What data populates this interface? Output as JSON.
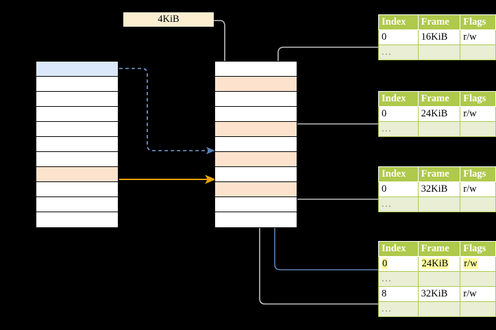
{
  "diagram": {
    "title": "page-table-walk",
    "colors": {
      "header_green": "#aec94b",
      "ellipsis_row": "#e9eed4",
      "highlight_yellow": "#ffffa0",
      "peach_row": "#fde3cd",
      "blue_row": "#dbe8fb",
      "tag_background": "#fdeed2",
      "orange_arrow": "#e8a400",
      "blue_arrow": "#5b82b8",
      "gray_arrow": "#c0c0c0"
    }
  },
  "size_tag": {
    "label": "4KiB"
  },
  "virtual_memory": {
    "name": "virtual-address-space-column",
    "row_count": 11,
    "rows": [
      {
        "fill": "blue"
      },
      {
        "fill": "white"
      },
      {
        "fill": "white"
      },
      {
        "fill": "white"
      },
      {
        "fill": "white"
      },
      {
        "fill": "white"
      },
      {
        "fill": "white"
      },
      {
        "fill": "peach"
      },
      {
        "fill": "white"
      },
      {
        "fill": "white"
      },
      {
        "fill": "white"
      }
    ]
  },
  "physical_memory": {
    "name": "physical-memory-column",
    "row_count": 11,
    "rows": [
      {
        "fill": "white"
      },
      {
        "fill": "peach"
      },
      {
        "fill": "white"
      },
      {
        "fill": "white"
      },
      {
        "fill": "peach"
      },
      {
        "fill": "white"
      },
      {
        "fill": "peach"
      },
      {
        "fill": "white"
      },
      {
        "fill": "peach"
      },
      {
        "fill": "white"
      },
      {
        "fill": "white"
      },
      {
        "fill": "white"
      }
    ]
  },
  "page_tables": [
    {
      "id": "level-1",
      "headers": [
        "Index",
        "Frame",
        "Flags"
      ],
      "rows": [
        {
          "type": "entry",
          "index": "0",
          "frame": "16KiB",
          "flags": "r/w",
          "highlight": false
        },
        {
          "type": "ellipsis",
          "index": "...",
          "frame": "",
          "flags": ""
        }
      ]
    },
    {
      "id": "level-2",
      "headers": [
        "Index",
        "Frame",
        "Flags"
      ],
      "rows": [
        {
          "type": "entry",
          "index": "0",
          "frame": "24KiB",
          "flags": "r/w",
          "highlight": false
        },
        {
          "type": "ellipsis",
          "index": "...",
          "frame": "",
          "flags": ""
        }
      ]
    },
    {
      "id": "level-3",
      "headers": [
        "Index",
        "Frame",
        "Flags"
      ],
      "rows": [
        {
          "type": "entry",
          "index": "0",
          "frame": "32KiB",
          "flags": "r/w",
          "highlight": false
        },
        {
          "type": "ellipsis",
          "index": "...",
          "frame": "",
          "flags": ""
        }
      ]
    },
    {
      "id": "level-4",
      "headers": [
        "Index",
        "Frame",
        "Flags"
      ],
      "rows": [
        {
          "type": "entry",
          "index": "0",
          "frame": "24KiB",
          "flags": "r/w",
          "highlight": true
        },
        {
          "type": "ellipsis",
          "index": "...",
          "frame": "",
          "flags": ""
        },
        {
          "type": "entry",
          "index": "8",
          "frame": "32KiB",
          "flags": "r/w",
          "highlight": false
        },
        {
          "type": "ellipsis",
          "index": "...",
          "frame": "",
          "flags": ""
        }
      ]
    }
  ]
}
